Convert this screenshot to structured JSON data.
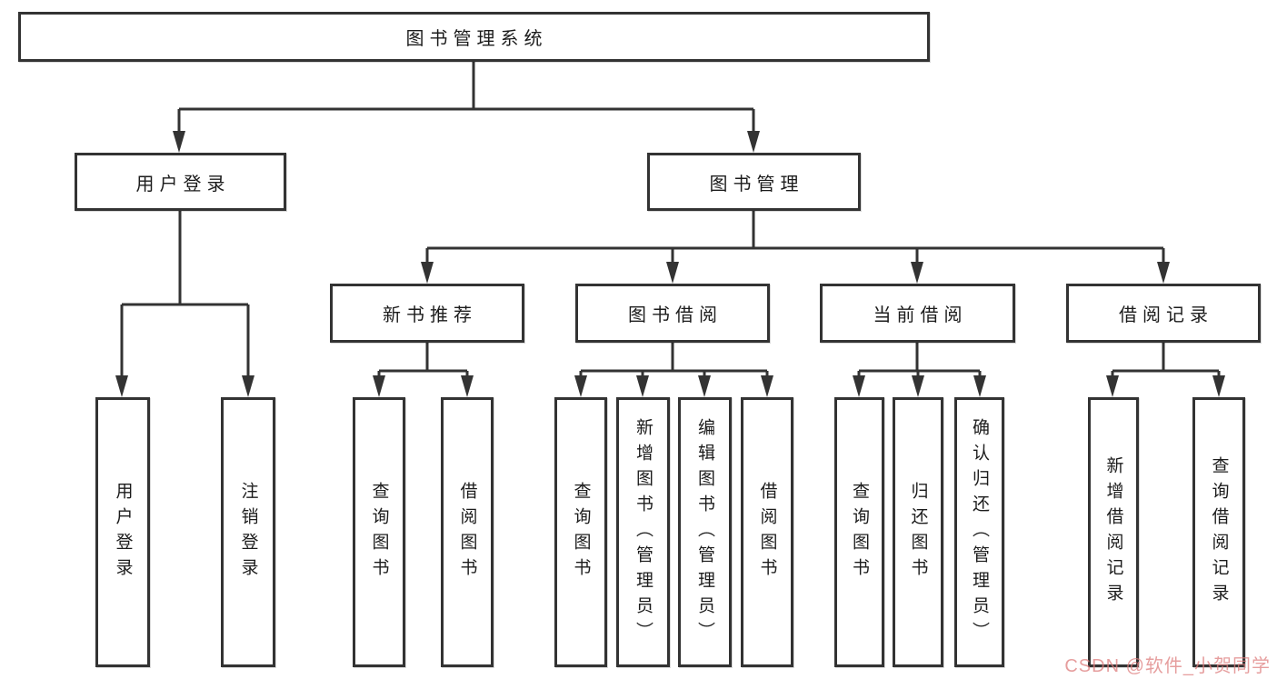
{
  "diagram": {
    "title": "图书管理系统",
    "branches": [
      {
        "label": "用户登录",
        "children": [
          {
            "label": "用户登录"
          },
          {
            "label": "注销登录"
          }
        ]
      },
      {
        "label": "图书管理",
        "children": [
          {
            "label": "新书推荐",
            "children": [
              {
                "label": "查询图书"
              },
              {
                "label": "借阅图书"
              }
            ]
          },
          {
            "label": "图书借阅",
            "children": [
              {
                "label": "查询图书"
              },
              {
                "label": "新增图书（管理员）"
              },
              {
                "label": "编辑图书（管理员）"
              },
              {
                "label": "借阅图书"
              }
            ]
          },
          {
            "label": "当前借阅",
            "children": [
              {
                "label": "查询图书"
              },
              {
                "label": "归还图书"
              },
              {
                "label": "确认归还（管理员）"
              }
            ]
          },
          {
            "label": "借阅记录",
            "children": [
              {
                "label": "新增借阅记录"
              },
              {
                "label": "查询借阅记录"
              }
            ]
          }
        ]
      }
    ]
  },
  "colors": {
    "line": "#333333",
    "text": "#1c1c1c",
    "box_fill": "#ffffff",
    "watermark": "#de7d7d"
  },
  "watermark": {
    "text": "CSDN @软件_小贺同学"
  }
}
